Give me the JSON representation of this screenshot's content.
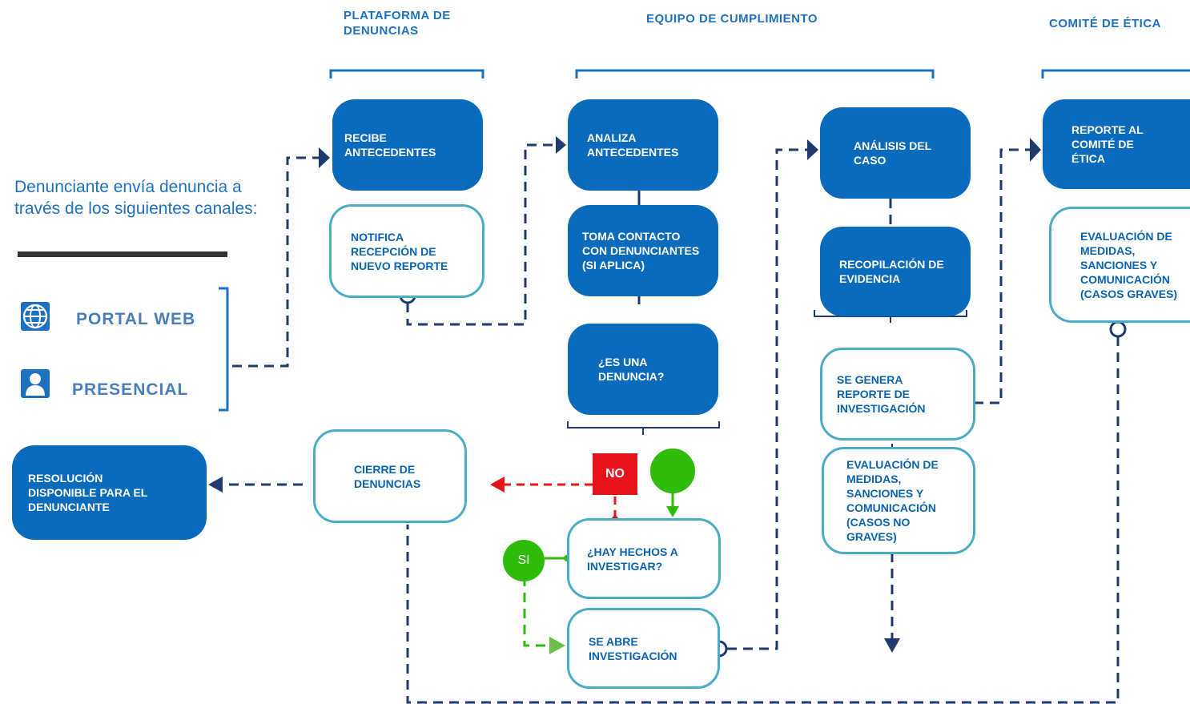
{
  "headers": {
    "platform": "PLATAFORMA DE\nDENUNCIAS",
    "compliance": "EQUIPO DE CUMPLIMIENTO",
    "ethics": "COMITÉ DE ÉTICA"
  },
  "intro": "Denunciante envía denuncia a través de los siguientes canales:",
  "channels": {
    "web": {
      "label": "PORTAL WEB",
      "icon": "globe-icon"
    },
    "in_person": {
      "label": "PRESENCIAL",
      "icon": "person-icon"
    }
  },
  "boxes": {
    "receive": "RECIBE\nANTECEDENTES",
    "notify": "NOTIFICA\nRECEPCIÓN DE\nNUEVO REPORTE",
    "analyze": "ANALIZA\nANTECEDENTES",
    "contact": "TOMA CONTACTO\nCON DENUNCIANTES\n(SI APLICA)",
    "is_complaint": "¿ES UNA\nDENUNCIA?",
    "any_facts": "¿HAY HECHOS A\nINVESTIGAR?",
    "open_investigation": "SE ABRE\nINVESTIGACIÓN",
    "case_analysis": "ANÁLISIS DEL\nCASO",
    "evidence": "RECOPILACIÓN DE\nEVIDENCIA",
    "report": "SE GENERA\nREPORTE DE\nINVESTIGACIÓN",
    "eval_minor": "EVALUACIÓN DE\nMEDIDAS,\nSANCIONES Y\nCOMUNICACIÓN\n(CASOS NO\nGRAVES)",
    "ethics_report": "REPORTE AL\nCOMITÉ DE\nÉTICA",
    "eval_major": "EVALUACIÓN DE\nMEDIDAS,\nSANCIONES Y\nCOMUNICACIÓN\n(CASOS GRAVES)",
    "closure": "CIERRE DE\nDENUNCIAS",
    "resolution": "RESOLUCIÓN\nDISPONIBLE PARA EL\nDENUNCIANTE"
  },
  "decisions": {
    "no": "NO",
    "yes": "SI"
  },
  "colors": {
    "filled_box": "#0a6bbd",
    "outline_box": "#4bacc6",
    "header_text": "#1e70c1",
    "connector": "#1f3a6e",
    "no_path": "#e8141b",
    "yes_path": "#2ebb0a"
  }
}
